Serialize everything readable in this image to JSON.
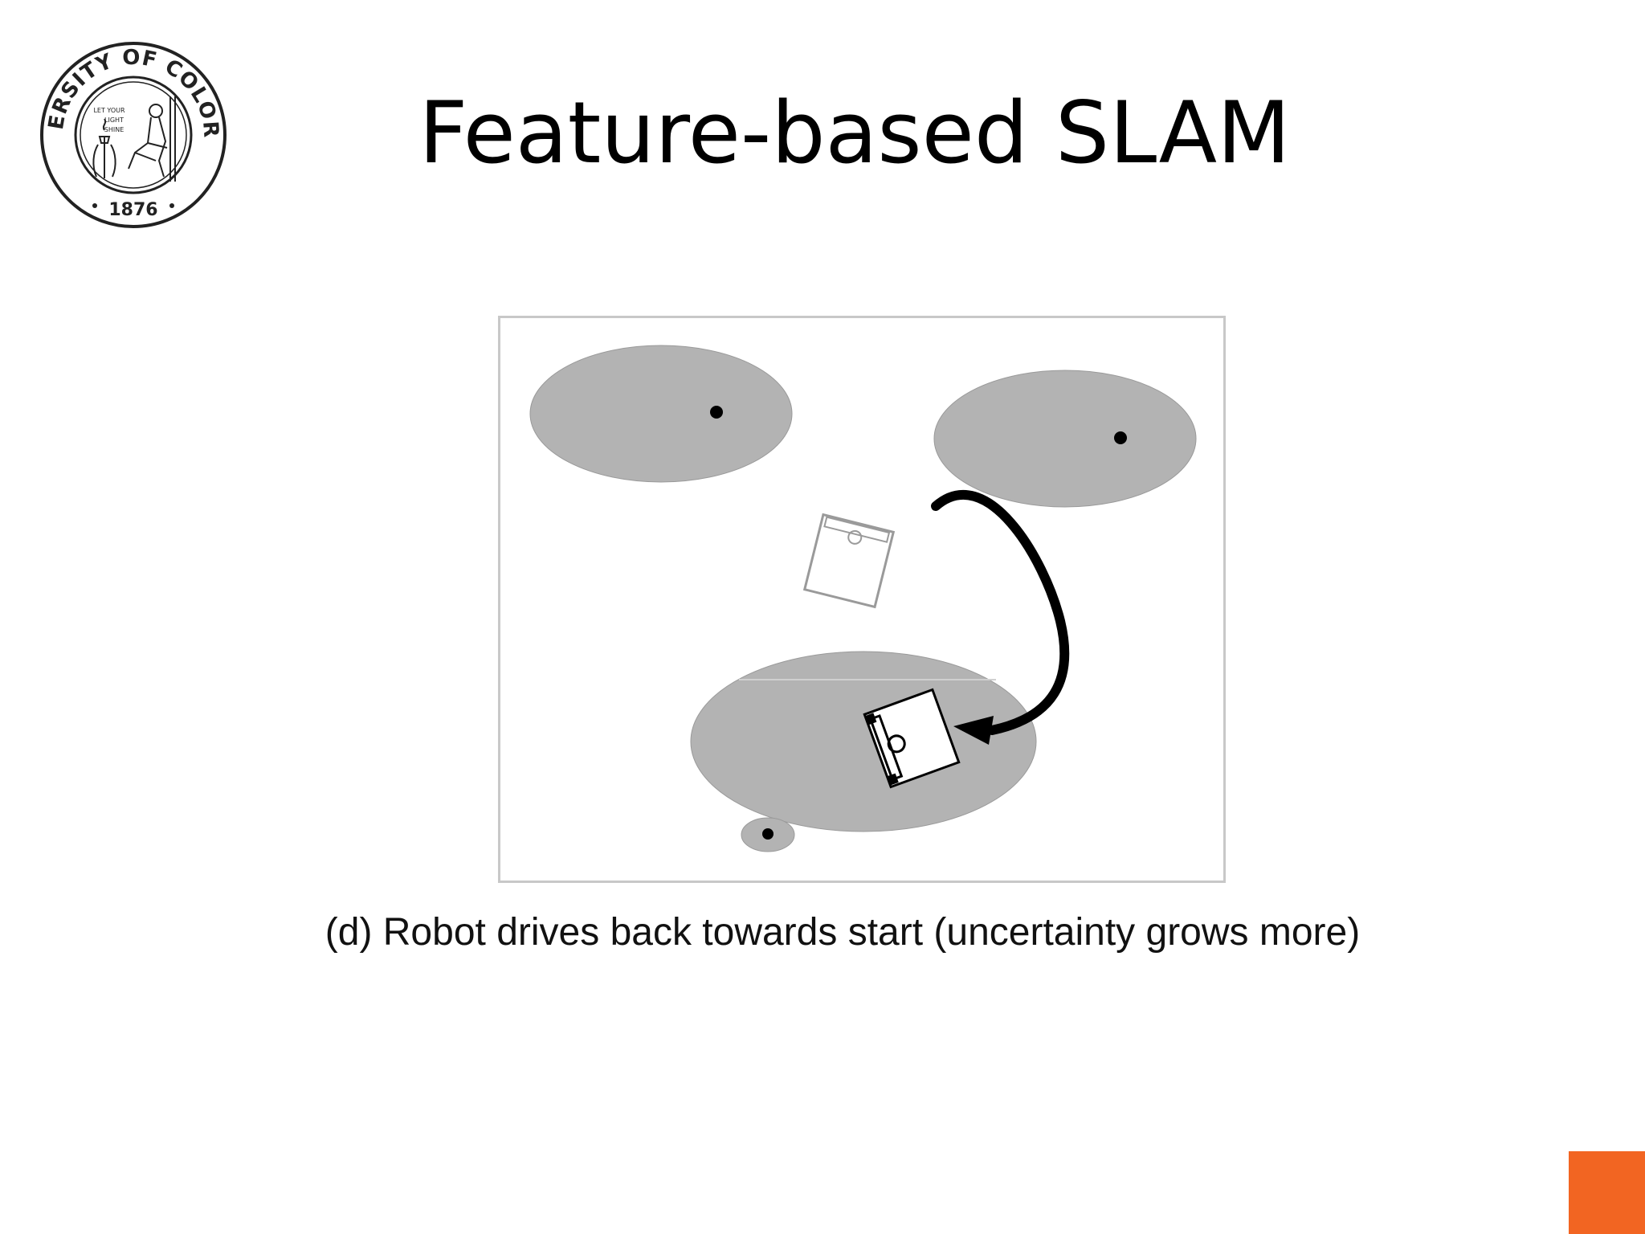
{
  "slide": {
    "title": "Feature-based SLAM",
    "caption": "(d) Robot drives back towards start (uncertainty grows more)"
  },
  "logo": {
    "ring_text": "UNIVERSITY OF COLORADO",
    "year": "1876",
    "motto": [
      "LET YOUR",
      "LIGHT",
      "SHINE"
    ]
  },
  "colors": {
    "accent": "#F26522",
    "ellipse_fill": "#B3B3B3",
    "figure_border": "#C8C8C8"
  }
}
